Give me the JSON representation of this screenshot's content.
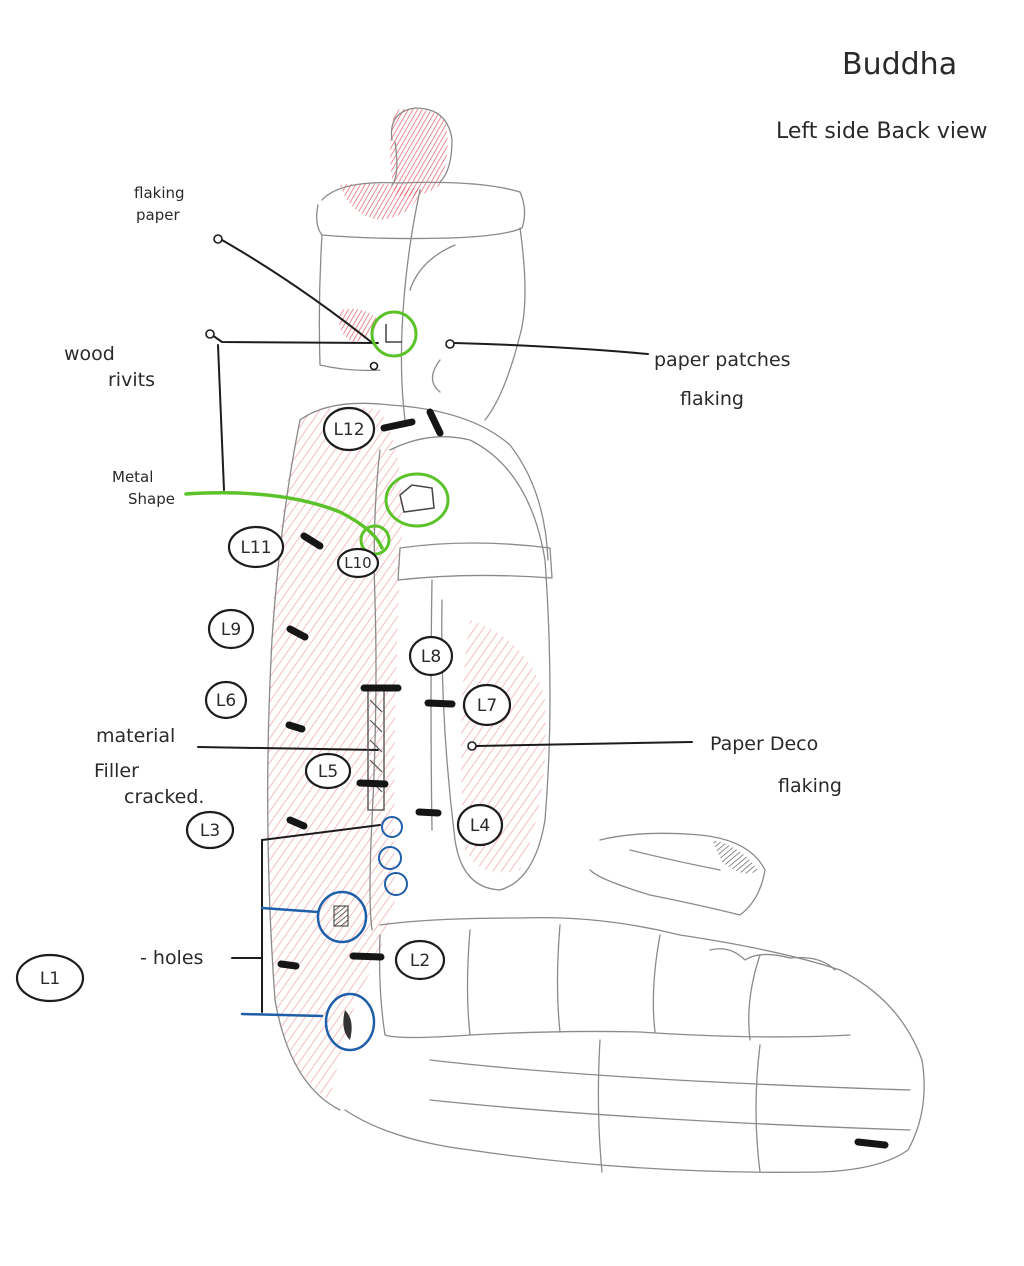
{
  "title": "Buddha",
  "subtitle": "Left side Back view",
  "annotations": {
    "flaking_paper": [
      "flaking",
      "paper"
    ],
    "wood_rivits": [
      "wood",
      "rivits"
    ],
    "metal_shape": [
      "Metal",
      "Shape"
    ],
    "paper_patches": [
      "paper patches",
      "flaking"
    ],
    "material_filler": [
      "material",
      "Filler",
      "cracked."
    ],
    "paper_deco": [
      "Paper Deco",
      "flaking"
    ],
    "holes": "- holes"
  },
  "labels": [
    "L1",
    "L2",
    "L3",
    "L4",
    "L5",
    "L6",
    "L7",
    "L8",
    "L9",
    "L10",
    "L11",
    "L12"
  ],
  "colors": {
    "pencil": "#8a8a8a",
    "ink": "#1c1c1c",
    "red_shading": "#e0303c",
    "green_marker": "#5cc22a",
    "blue_marker": "#1f5ea8"
  }
}
